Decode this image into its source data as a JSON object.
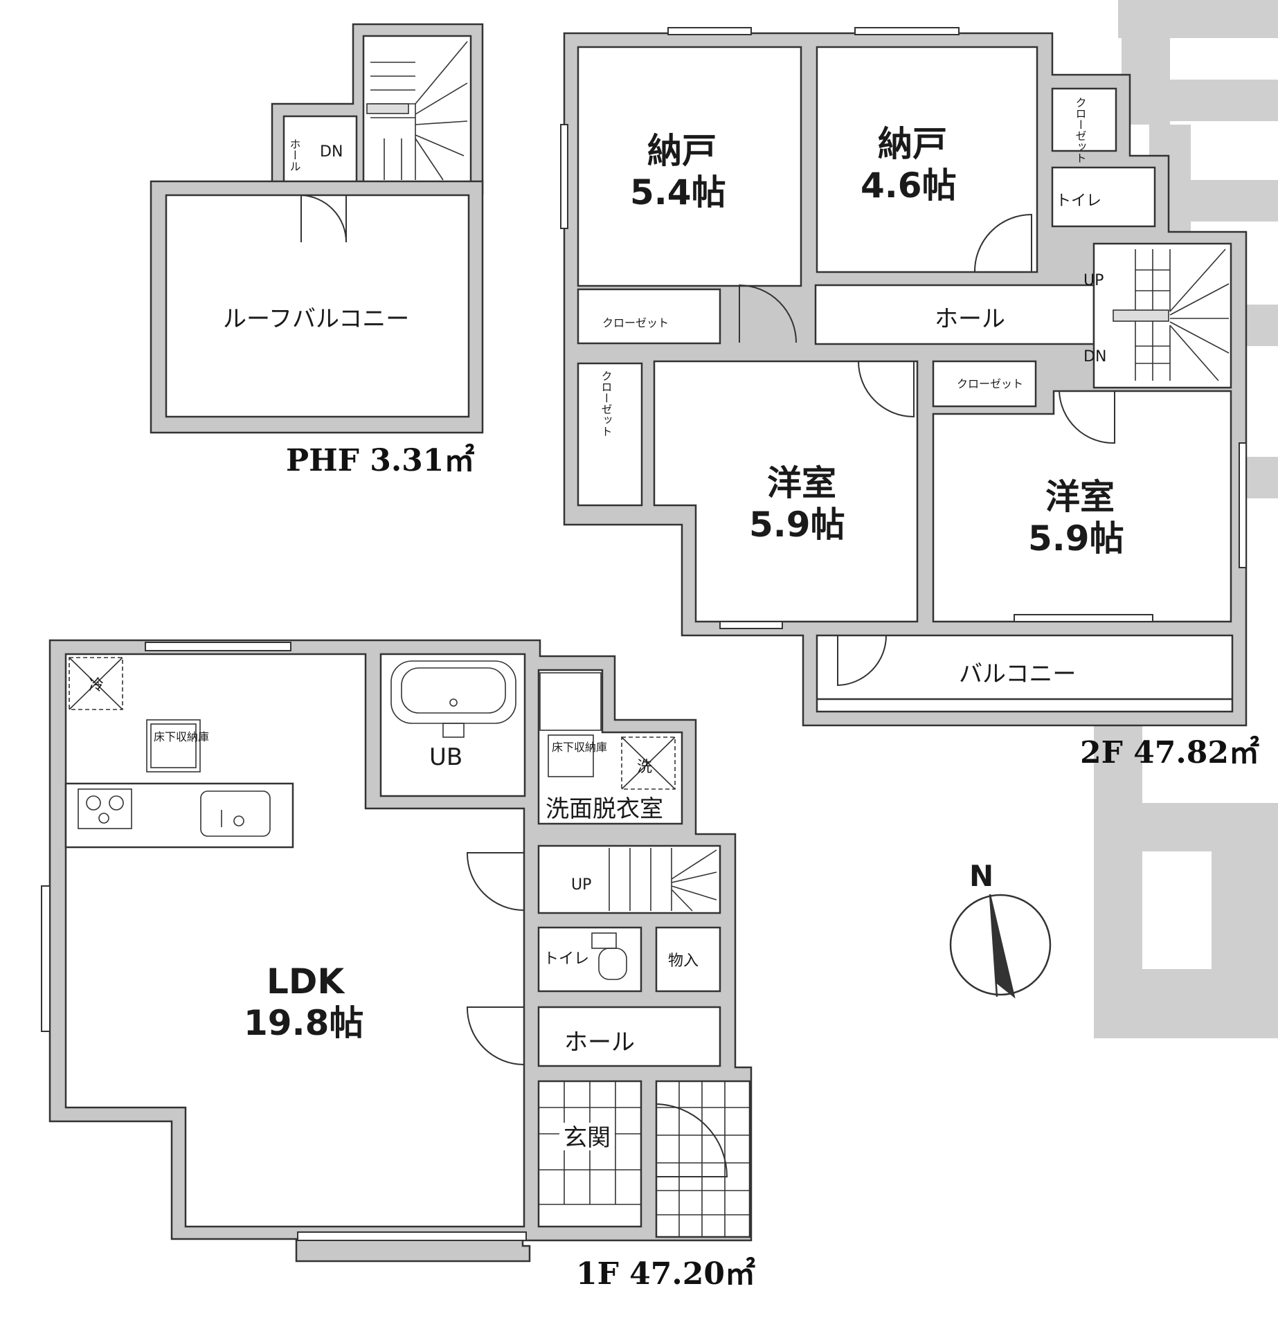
{
  "floors": {
    "phf": {
      "area_label": "PHF 3.31㎡",
      "rooms": {
        "roof_balcony": "ルーフバルコニー",
        "hall": "ホール",
        "dn": "DN"
      }
    },
    "f2": {
      "area_label": "2F 47.82㎡",
      "rooms": {
        "storage_a": {
          "name": "納戸",
          "size": "5.4帖"
        },
        "storage_b": {
          "name": "納戸",
          "size": "4.6帖"
        },
        "western_a": {
          "name": "洋室",
          "size": "5.9帖"
        },
        "western_b": {
          "name": "洋室",
          "size": "5.9帖"
        },
        "closet_h": "クローゼット",
        "closet_v": "クローゼット",
        "closet_small": "クローゼット",
        "closet_top": "クローゼット",
        "toilet": "トイレ",
        "hall": "ホール",
        "up": "UP",
        "dn": "DN",
        "balcony": "バルコニー"
      }
    },
    "f1": {
      "area_label": "1F 47.20㎡",
      "rooms": {
        "ldk": {
          "name": "LDK",
          "size": "19.8帖"
        },
        "ub": "UB",
        "washroom": "洗面脱衣室",
        "up": "UP",
        "toilet": "トイレ",
        "storage": "物入",
        "hall": "ホール",
        "entrance": "玄関",
        "fridge": "冷",
        "washer": "洗",
        "underfloor": "床下収納庫"
      }
    }
  },
  "compass": {
    "label": "N"
  },
  "colors": {
    "wall": "#c8c8c8",
    "line": "#333333",
    "watermark": "#cfcfcf"
  }
}
